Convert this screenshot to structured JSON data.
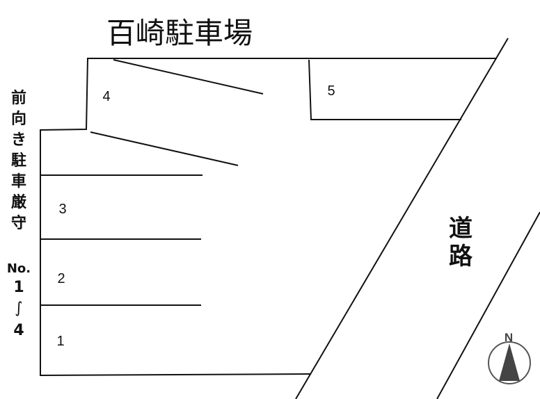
{
  "title": "百崎駐車場",
  "spaces": [
    {
      "label": "1"
    },
    {
      "label": "2"
    },
    {
      "label": "3"
    },
    {
      "label": "4"
    },
    {
      "label": "5"
    }
  ],
  "road": {
    "char1": "道",
    "char2": "路"
  },
  "notice": {
    "chars": [
      "前",
      "向",
      "き",
      "駐",
      "車",
      "厳",
      "守"
    ],
    "range": [
      "No.",
      "1",
      "∫",
      "4"
    ]
  },
  "compass": {
    "label": "N"
  }
}
